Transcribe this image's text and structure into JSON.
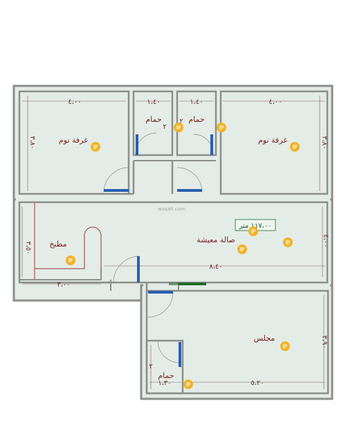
{
  "colors": {
    "floor": "#e4ece7",
    "wall": "#8a8f8c",
    "dim_line": "#7a5c5c",
    "door": "#2a5fb0",
    "door_red": "#cc3333",
    "note_icon": "#f0b429",
    "area_box": "#3a8a4a",
    "handle": "#1f6a2a"
  },
  "rooms": {
    "bedroom_left": "غرفة نوم",
    "bedroom_right": "غرفة نوم",
    "bath_left": "حمام",
    "bath_right": "حمام",
    "living": "صالة معيشة",
    "kitchen": "مطبخ",
    "majlis": "مجلس",
    "bath_bottom": "حمام"
  },
  "dimensions": {
    "bedroom_left_w": "٤،٠٠",
    "bedroom_left_h": "٣،٨٠",
    "bath_left_w": "١،٤٠",
    "bath_left_h": "٢",
    "bath_right_w": "١،٤٠",
    "bath_right_h": "٢",
    "bedroom_right_w": "٤،٠٠",
    "bedroom_right_h": "٣،٨٠",
    "living_w": "٨،٤٠",
    "living_h": "٤،٠٠",
    "kitchen_h": "٣،٥٠",
    "kitchen_w": "٣،٠٠",
    "majlis_w": "٥،٢٠",
    "majlis_h": "٣،٩٠",
    "bath_bottom_w": "١،٣٠",
    "bath_bottom_h": "٢"
  },
  "area": "١١٧،٠٠ متر",
  "watermark": "wasalt.com"
}
